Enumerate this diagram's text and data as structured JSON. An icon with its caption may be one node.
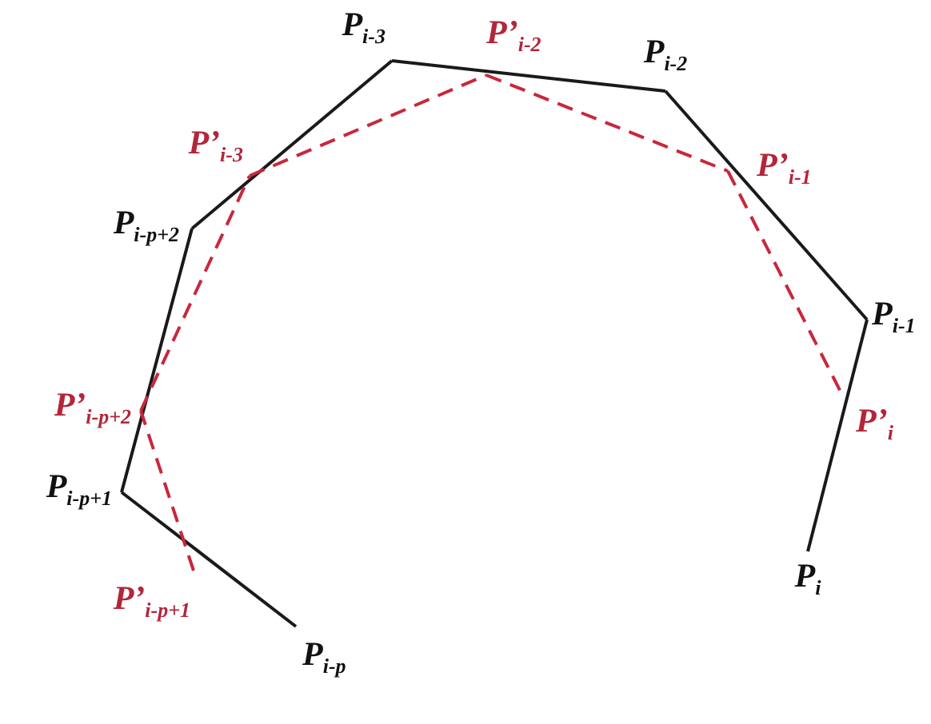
{
  "diagram": {
    "nodes": [
      {
        "text": [
          "P$_{i-p}$"
        ]
      },
      {
        "text": [
          "P$_{i-p+1}$"
        ]
      },
      {
        "text": [
          "P$_{i-p+2}$"
        ]
      },
      {
        "text": [
          "P$_{i-3}$"
        ]
      },
      {
        "text": [
          "P$_{i-2}$"
        ]
      },
      {
        "text": [
          "P$_{i-1}$"
        ]
      },
      {
        "text": [
          "P$_{i}$"
        ]
      },
      {
        "text": [
          "P’$_{i-p+1}$"
        ]
      },
      {
        "text": [
          "P’$_{i-p+2}$"
        ]
      },
      {
        "text": [
          "P’$_{i-3}$"
        ]
      },
      {
        "text": [
          "P’$_{i-2}$"
        ]
      },
      {
        "text": [
          "P’$_{i-1}$"
        ]
      },
      {
        "text": [
          "P’$_{i}$"
        ]
      }
    ],
    "edges": [
      {
        "from": 0,
        "to": 1,
        "arrow": "none"
      },
      {
        "from": 1,
        "to": 2,
        "arrow": "none"
      },
      {
        "from": 2,
        "to": 3,
        "arrow": "none"
      },
      {
        "from": 3,
        "to": 4,
        "arrow": "none"
      },
      {
        "from": 4,
        "to": 5,
        "arrow": "none"
      },
      {
        "from": 5,
        "to": 6,
        "arrow": "none"
      },
      {
        "from": 7,
        "to": 8,
        "arrow": "none",
        "style": "dashed",
        "color": "#c8283c"
      },
      {
        "from": 8,
        "to": 9,
        "arrow": "none",
        "style": "dashed",
        "color": "#c8283c"
      },
      {
        "from": 9,
        "to": 10,
        "arrow": "none",
        "style": "dashed",
        "color": "#c8283c"
      },
      {
        "from": 10,
        "to": 11,
        "arrow": "none",
        "style": "dashed",
        "color": "#c8283c"
      },
      {
        "from": 11,
        "to": 12,
        "arrow": "none",
        "style": "dashed",
        "color": "#c8283c"
      }
    ]
  }
}
